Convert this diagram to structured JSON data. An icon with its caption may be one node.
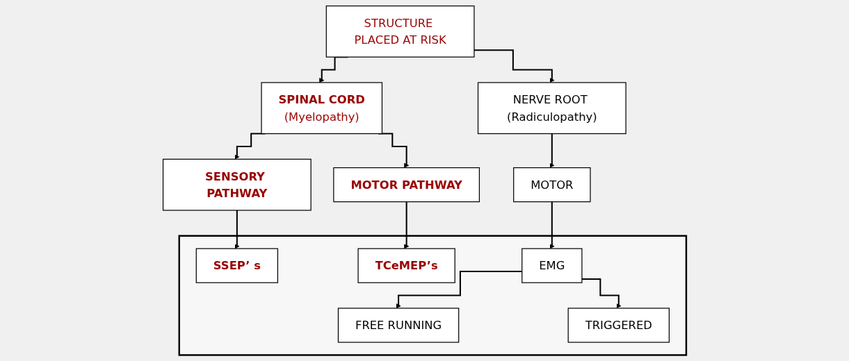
{
  "diagram": {
    "nodes": [
      {
        "text": [
          "STRUCTURE PLACED AT RISK"
        ]
      },
      {
        "text": [
          "SPINAL CORD",
          "(Myelopathy)"
        ]
      },
      {
        "text": [
          "NERVE ROOT (Radiculopathy)"
        ]
      },
      {
        "text": [
          "SENSORY PATHWAY"
        ]
      },
      {
        "text": [
          "MOTOR PATHWAY"
        ]
      },
      {
        "text": [
          "MOTOR"
        ]
      },
      {
        "text": [],
        "shape": "box"
      },
      {
        "text": [
          "SSEP’ s"
        ],
        "in": 6
      },
      {
        "text": [
          "TCeMEP’s"
        ],
        "in": 6
      },
      {
        "text": [
          "EMG"
        ],
        "in": 6
      },
      {
        "text": [
          "FREE RUNNING"
        ],
        "in": 6
      },
      {
        "text": [
          "TRIGGERED"
        ],
        "in": 6
      }
    ],
    "edges": [
      {
        "from": 0,
        "to": 1,
        "arrow": "to"
      },
      {
        "from": 0,
        "to": 2,
        "arrow": "to"
      },
      {
        "from": 1,
        "to": 3,
        "arrow": "to"
      },
      {
        "from": 1,
        "to": 4,
        "arrow": "to"
      },
      {
        "from": 2,
        "to": 5,
        "arrow": "to"
      },
      {
        "from": 3,
        "to": 7,
        "arrow": "to"
      },
      {
        "from": 4,
        "to": 8,
        "arrow": "to"
      },
      {
        "from": 5,
        "to": 9,
        "arrow": "to"
      },
      {
        "from": 9,
        "to": 10,
        "arrow": "to"
      },
      {
        "from": 9,
        "to": 11,
        "arrow": "to"
      }
    ]
  }
}
